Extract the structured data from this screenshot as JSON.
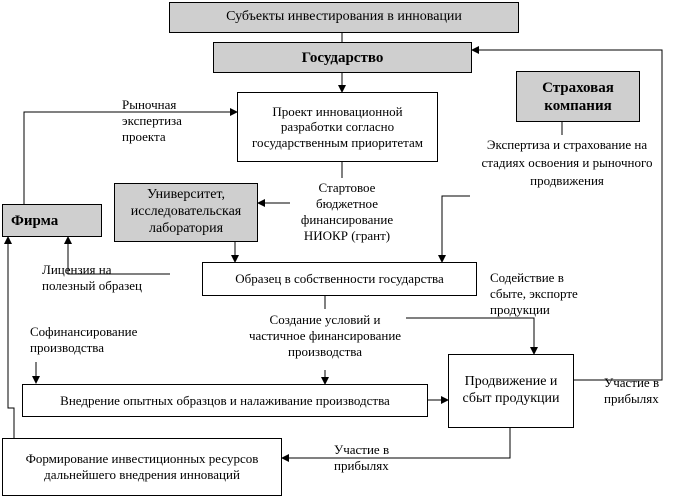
{
  "title": "Субъекты инвестирования в инновации",
  "nodes": {
    "state": "Государство",
    "insurance": "Страховая компания",
    "project": "Проект инновационной разработки согласно государственным приоритетам",
    "firm": "Фирма",
    "university": "Университет, исследовательская лаборатория",
    "sample": "Образец в собственности государства",
    "implementation": "Внедрение опытных образцов и налаживание производства",
    "promotion": "Продвижение и сбыт продукции",
    "formation": "Формирование инвестиционных ресурсов дальнейшего внедрения инноваций"
  },
  "labels": {
    "market_expertise": "Рыночная экспертиза проекта",
    "insurance_expertise": "Экспертиза и страхование на стадиях освоения и рыночного продвижения",
    "start_funding": "Стартовое бюджетное финансирование НИОКР (грант)",
    "license": "Лицензия на полезный образец",
    "cofinancing": "Софинансирование производства",
    "sales_support": "Содействие в сбыте, экспорте продукции",
    "conditions": "Создание условий и частичное финансирование производства",
    "profit_right": "Участие в прибылях",
    "profit_bottom": "Участие в прибылях"
  },
  "colors": {
    "box_fill": "#ffffff",
    "highlight_fill": "#cfcfcf",
    "line": "#000000"
  }
}
